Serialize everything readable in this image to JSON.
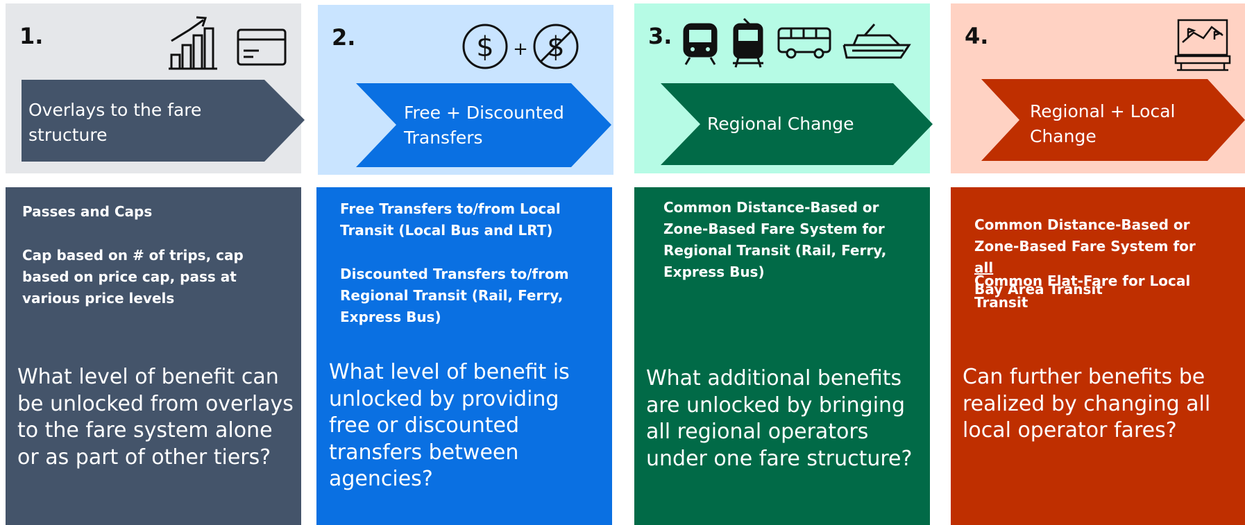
{
  "columns": [
    {
      "number": "1.",
      "title": "Overlays to the fare structure",
      "details": [
        "Passes and Caps",
        "Cap based on # of trips, cap based on price cap, pass at various price levels"
      ],
      "question": "What level of benefit can be unlocked from overlays to the fare system alone or as part of other tiers?",
      "icons": [
        "rising-bar-chart-icon",
        "fare-card-icon"
      ],
      "colors": {
        "top": "#e5e7ea",
        "accent": "#44546a"
      }
    },
    {
      "number": "2.",
      "title": "Free + Discounted Transfers",
      "details": [
        "Free Transfers to/from Local Transit (Local Bus and LRT)",
        "Discounted Transfers to/from Regional Transit (Rail, Ferry, Express Bus)"
      ],
      "question": "What level of benefit is unlocked by providing free or discounted transfers between agencies?",
      "icons": [
        "dollar-icon",
        "plus-icon",
        "no-dollar-icon"
      ],
      "colors": {
        "top": "#c9e4ff",
        "accent": "#0a70e2"
      }
    },
    {
      "number": "3.",
      "title": "Regional Change",
      "details": [
        "Common Distance-Based or Zone-Based Fare System for Regional Transit (Rail, Ferry, Express Bus)"
      ],
      "question": "What additional benefits are unlocked by bringing all regional operators under one fare structure?",
      "icons": [
        "train-icon",
        "light-rail-icon",
        "bus-icon",
        "ferry-icon"
      ],
      "colors": {
        "top": "#b6fbe5",
        "accent": "#016a47"
      }
    },
    {
      "number": "4.",
      "title": "Regional + Local Change",
      "details_parts": {
        "first_before": "Common Distance-Based or Zone-Based Fare System for",
        "first_emphasis": "all",
        "first_after": "Bay Area Transit",
        "second": "Common Flat-Fare for Local Transit"
      },
      "question": "Can further benefits be realized by changing all local operator fares?",
      "icons": [
        "map-on-table-icon"
      ],
      "colors": {
        "top": "#ffd2c3",
        "accent": "#bf2f00"
      }
    }
  ]
}
